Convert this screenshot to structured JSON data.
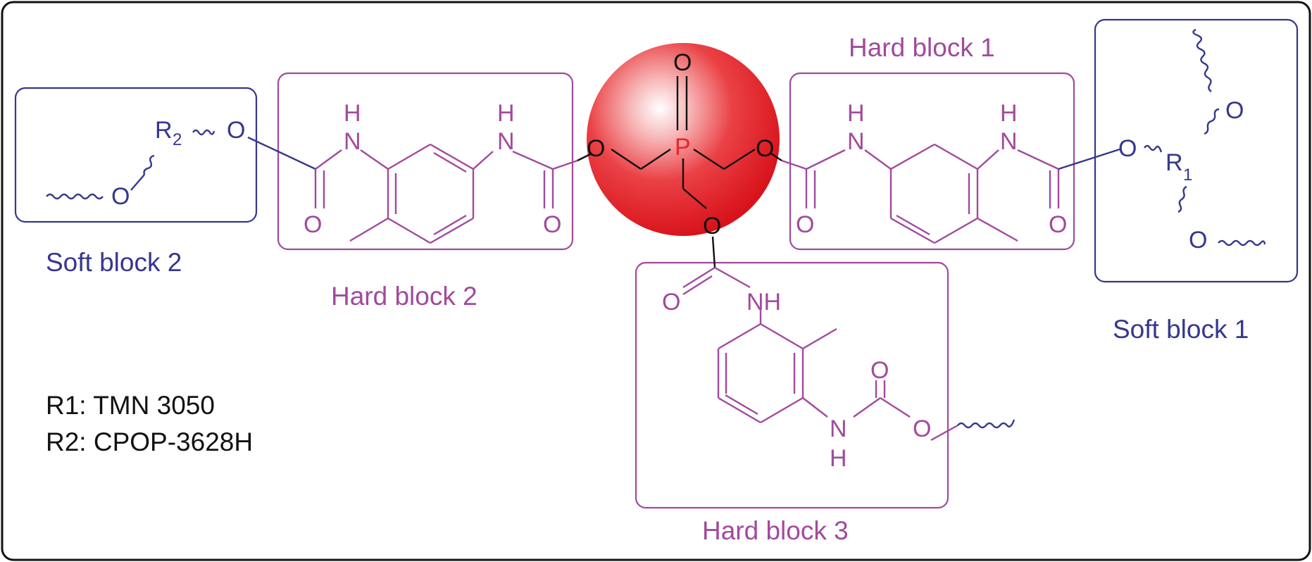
{
  "colors": {
    "soft_block": "#35378e",
    "hard_block": "#a14a9c",
    "core_sphere": "#e3151c",
    "phosphorus": "#e8242b",
    "frame": "#111111"
  },
  "block_labels": {
    "soft_block_1": "Soft block 1",
    "soft_block_2": "Soft block 2",
    "hard_block_1": "Hard block 1",
    "hard_block_2": "Hard block 2",
    "hard_block_3": "Hard block 3"
  },
  "atoms": {
    "oxygen": "O",
    "nitrogen": "N",
    "hydrogen": "H",
    "amine": "NH",
    "phosphorus": "P",
    "r1": "R",
    "r1_subscript": "1",
    "r2": "R",
    "r2_subscript": "2"
  },
  "legend": {
    "r1": "R1: TMN 3050",
    "r2": "R2: CPOP-3628H"
  }
}
